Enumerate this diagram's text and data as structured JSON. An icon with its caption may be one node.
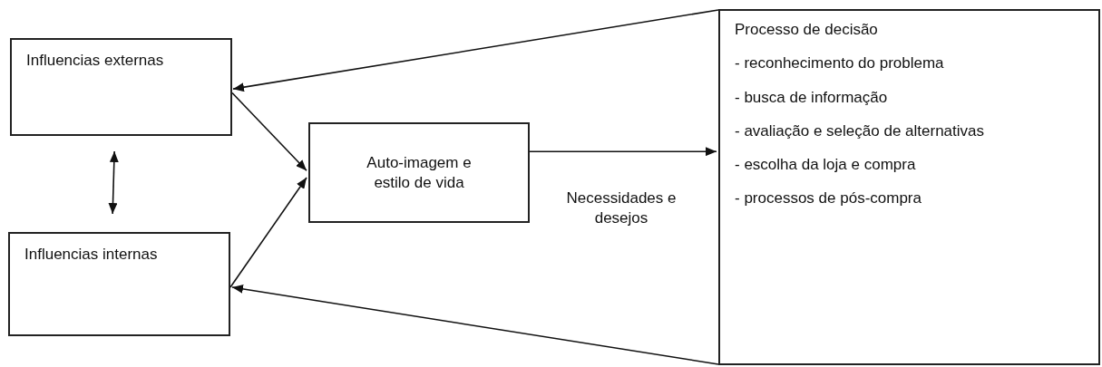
{
  "diagram": {
    "nodes": [
      {
        "text": [
          "Influencias externas"
        ]
      },
      {
        "text": [
          "Influencias internas"
        ]
      },
      {
        "text": [
          "Auto-imagem e estilo de vida"
        ]
      },
      {
        "text": [
          "Processo de decisão",
          "- reconhecimento do problema",
          "- busca de informação",
          "- avaliação e seleção de alternativas",
          "- escolha da loja e compra",
          "- processos de pós-compra"
        ]
      }
    ],
    "edges": [
      {
        "from": 3,
        "to": 0,
        "arrow": "to"
      },
      {
        "from": 0,
        "to": 1,
        "arrow": "both"
      },
      {
        "from": 0,
        "to": 2,
        "arrow": "to"
      },
      {
        "from": 1,
        "to": 2,
        "arrow": "to"
      },
      {
        "from": 2,
        "to": 3,
        "arrow": "to",
        "label": "Necessidades e desejos"
      },
      {
        "from": 3,
        "to": 1,
        "arrow": "to"
      }
    ]
  }
}
